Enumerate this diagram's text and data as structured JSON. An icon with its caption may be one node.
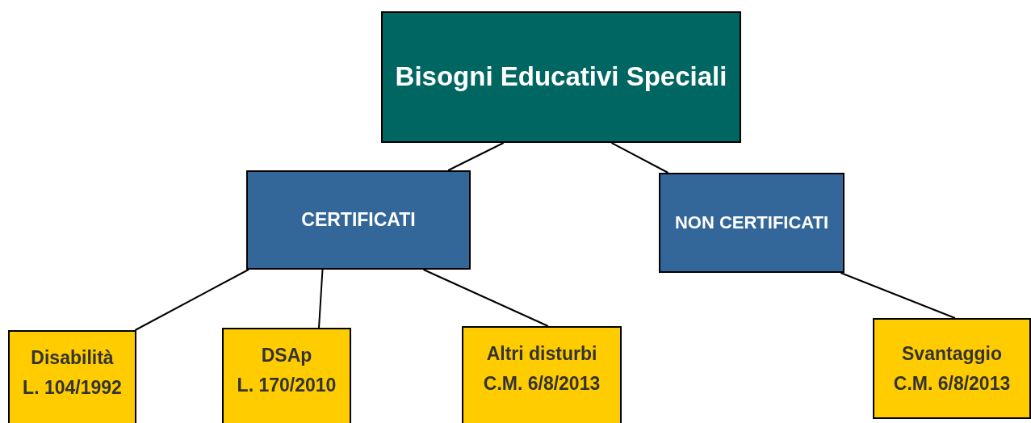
{
  "diagram": {
    "nodes": [
      {
        "text": [
          "Bisogni Educativi Speciali"
        ]
      },
      {
        "text": [
          "CERTIFICATI"
        ]
      },
      {
        "text": [
          "NON CERTIFICATI"
        ]
      },
      {
        "text": [
          "Disabilità",
          "L. 104/1992"
        ]
      },
      {
        "text": [
          "DSAp",
          "L. 170/2010"
        ]
      },
      {
        "text": [
          "Altri disturbi",
          "C.M. 6/8/2013"
        ]
      },
      {
        "text": [
          "Svantaggio",
          "C.M. 6/8/2013"
        ]
      }
    ],
    "edges": [
      {
        "from": 0,
        "to": 1,
        "arrow": "none"
      },
      {
        "from": 0,
        "to": 2,
        "arrow": "none"
      },
      {
        "from": 1,
        "to": 3,
        "arrow": "none"
      },
      {
        "from": 1,
        "to": 4,
        "arrow": "none"
      },
      {
        "from": 1,
        "to": 5,
        "arrow": "none"
      },
      {
        "from": 2,
        "to": 6,
        "arrow": "none"
      }
    ]
  }
}
